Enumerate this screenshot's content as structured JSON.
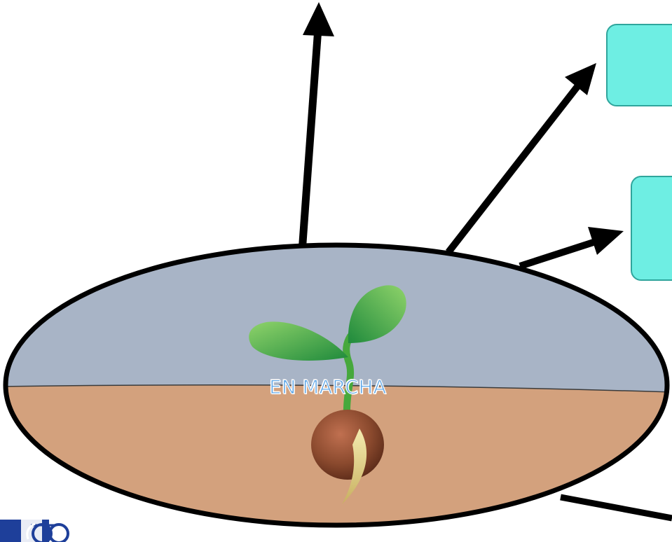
{
  "diagram": {
    "center_label": "EN MARCHA",
    "boxes": [
      {
        "id": "box-1",
        "text": ""
      },
      {
        "id": "box-2",
        "text": ""
      }
    ],
    "colors": {
      "sky": "#a8b4c6",
      "soil": "#d3a17d",
      "box_fill": "#6eeee3",
      "box_border": "#2fa59c",
      "outline": "#000000",
      "leaf": "#3aa64a",
      "seed": "#8b4a2e",
      "label_color": "#5fa6e6"
    }
  }
}
